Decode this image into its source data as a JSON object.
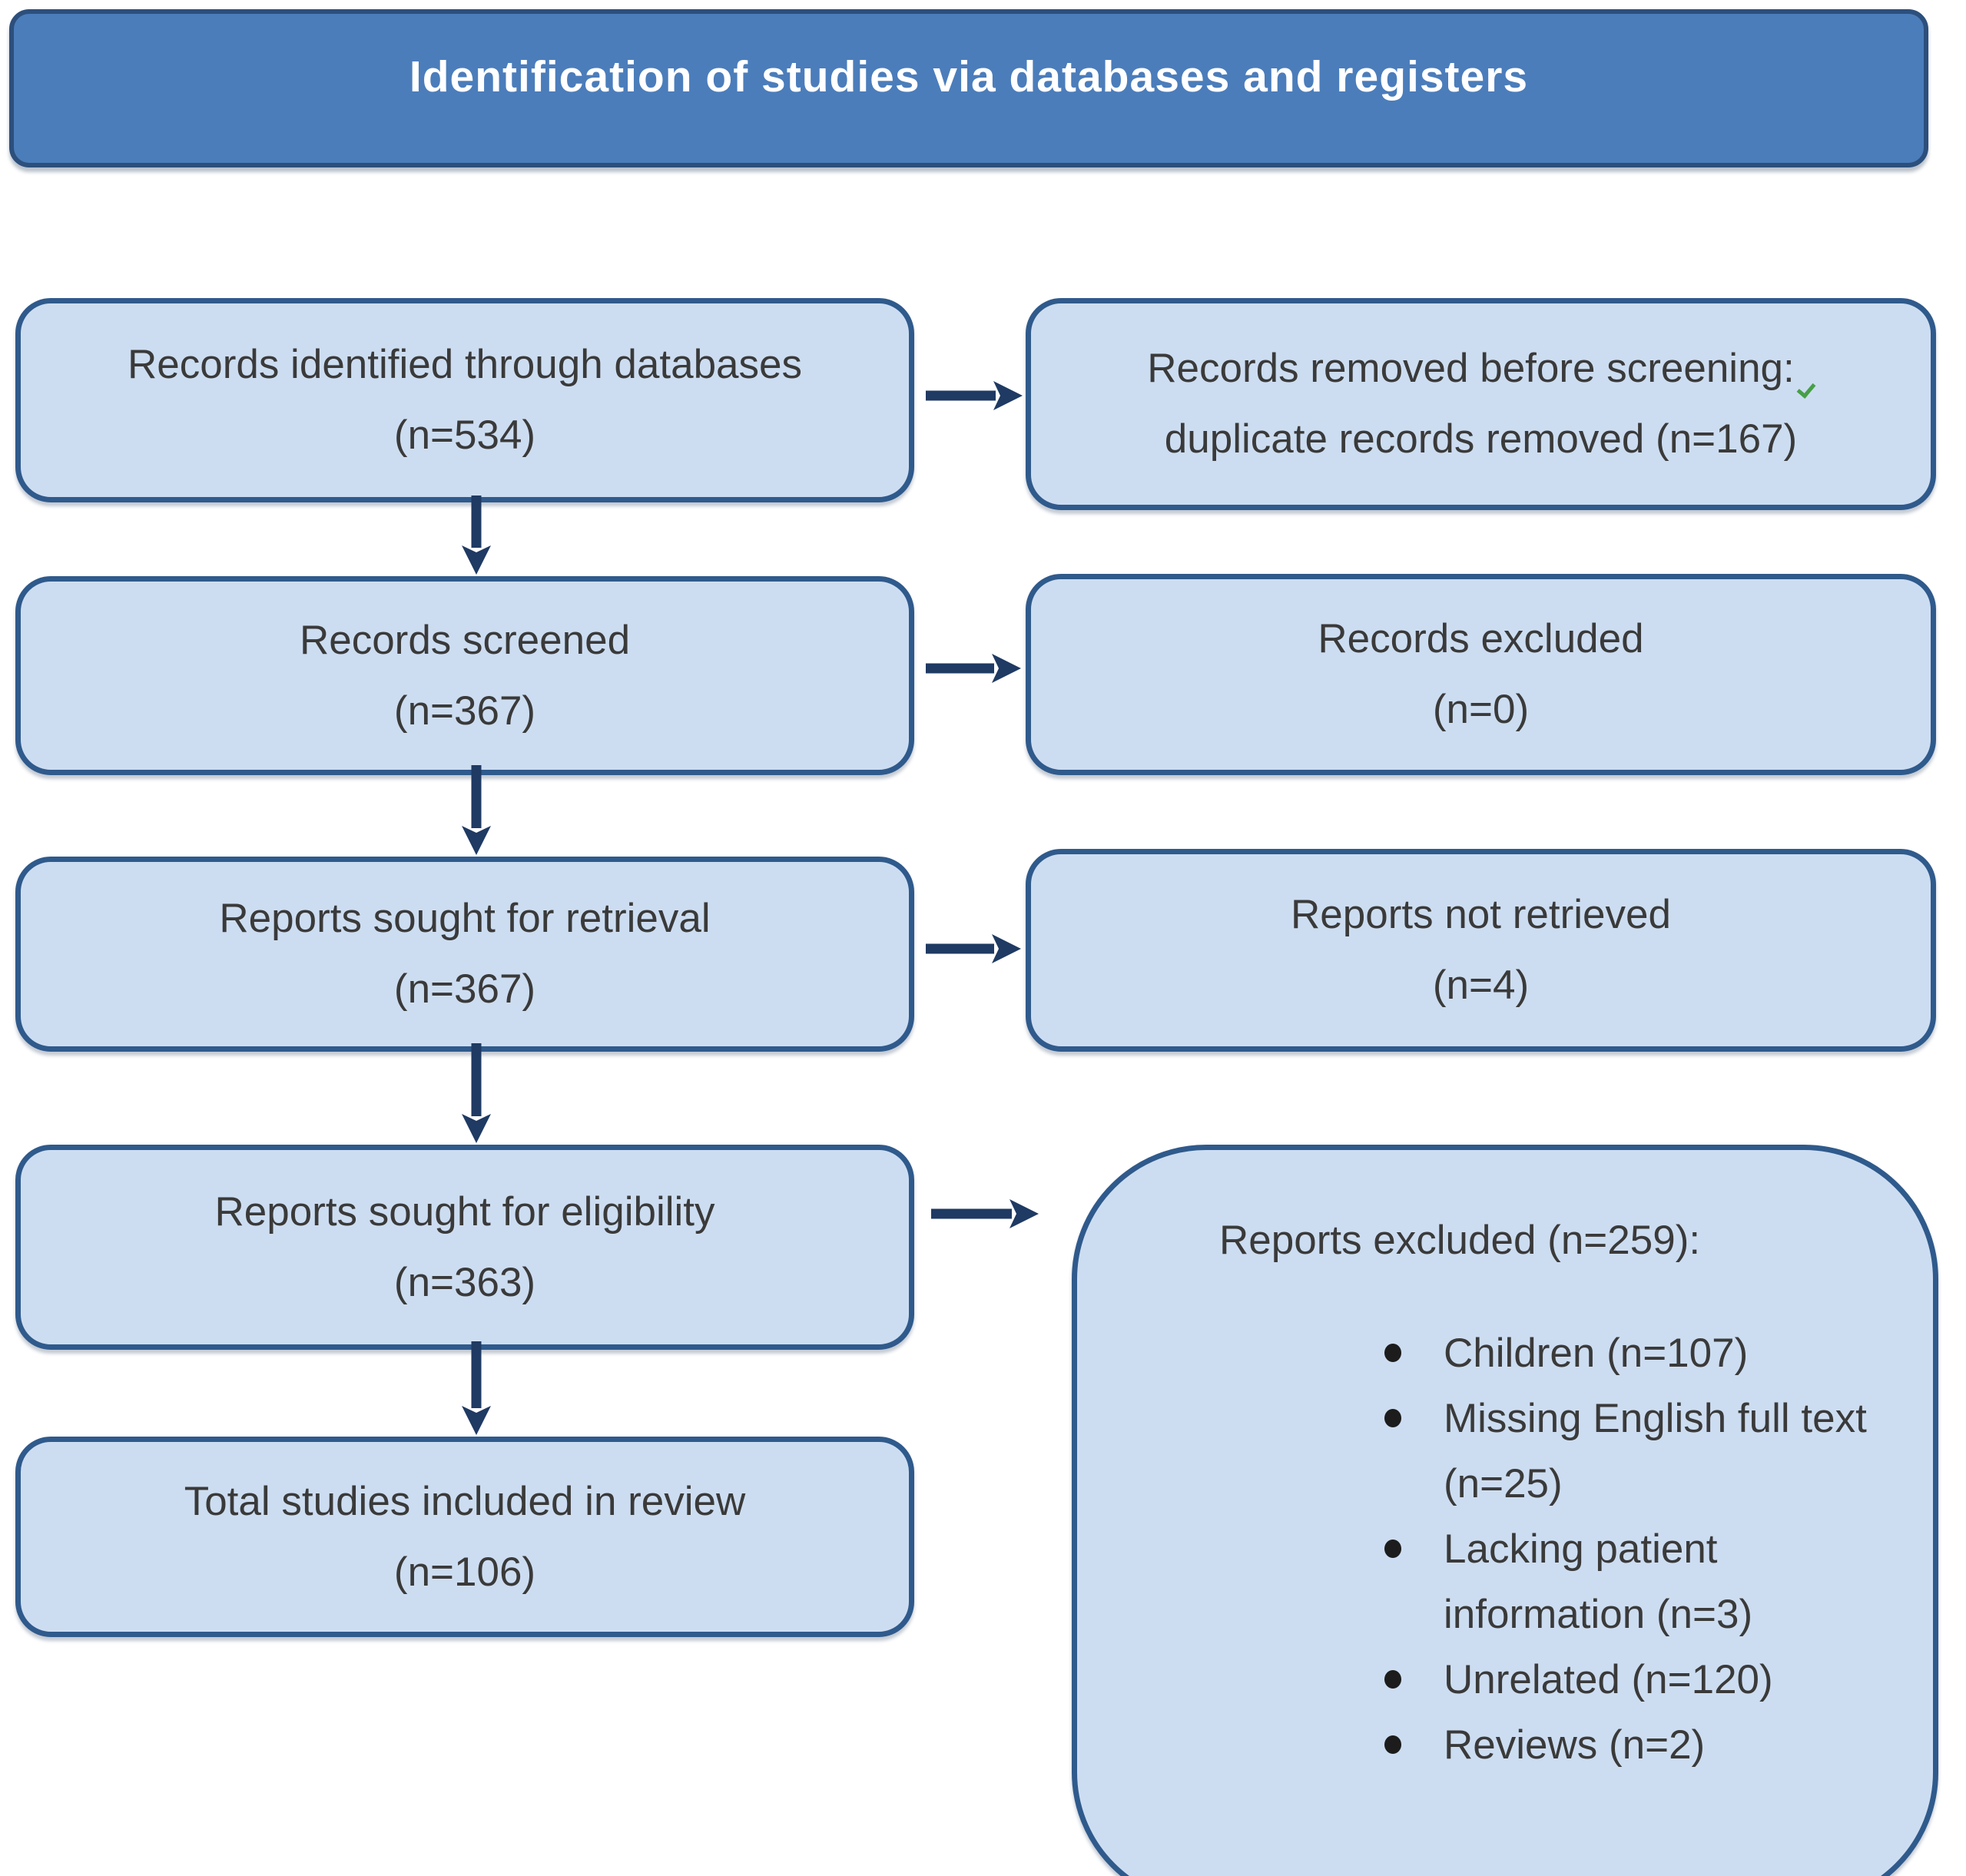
{
  "header": {
    "title": "Identification of studies via databases and registers"
  },
  "boxes": {
    "left": [
      {
        "line1": "Records identified through databases",
        "line2": "(n=534)"
      },
      {
        "line1": "Records screened",
        "line2": "(n=367)"
      },
      {
        "line1": "Reports sought for retrieval",
        "line2": "(n=367)"
      },
      {
        "line1": "Reports sought for eligibility",
        "line2": "(n=363)"
      },
      {
        "line1": "Total studies included in review",
        "line2": "(n=106)"
      }
    ],
    "right": [
      {
        "line1": "Records removed before screening:",
        "line2": "duplicate records removed (n=167)"
      },
      {
        "line1": "Records excluded",
        "line2": "(n=0)"
      },
      {
        "line1": "Reports not retrieved",
        "line2": "(n=4)"
      }
    ],
    "excluded": {
      "title": "Reports excluded (n=259):",
      "bullets": [
        "Children (n=107)",
        "Missing English full text (n=25)",
        "Lacking patient information (n=3)",
        "Unrelated (n=120)",
        "Reviews (n=2)"
      ]
    }
  },
  "colors": {
    "header_fill": "#4b7dbb",
    "header_border": "#2c4f7c",
    "header_text": "#ffffff",
    "box_fill": "#cdddf1",
    "box_border": "#2f5a8c",
    "arrow": "#1f3a63",
    "body_text": "#3a3a3a",
    "bullet_dot": "#1c1c1c",
    "spellcheck_mark": "#46a046"
  },
  "icons": {
    "bullet_icon": "filled circle",
    "green_check_icon": "small green spell-check mark after 'screening:'"
  }
}
